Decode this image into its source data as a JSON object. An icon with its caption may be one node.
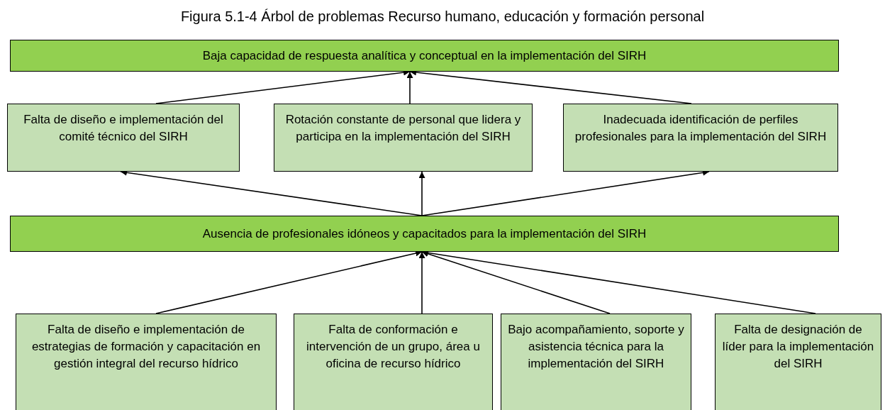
{
  "diagram": {
    "title": "Figura 5.1-4 Árbol de problemas Recurso humano, educación y formación personal",
    "nodes": [
      {
        "text": [
          "Baja capacidad de respuesta analítica y conceptual en la implementación del SIRH"
        ]
      },
      {
        "text": [
          "Falta de diseño e implementación del comité técnico del SIRH"
        ]
      },
      {
        "text": [
          "Rotación constante de personal que lidera y participa en la implementación del SIRH"
        ]
      },
      {
        "text": [
          "Inadecuada identificación de perfiles profesionales para la implementación del SIRH"
        ]
      },
      {
        "text": [
          "Ausencia de profesionales idóneos y capacitados para la implementación del SIRH"
        ]
      },
      {
        "text": [
          "Falta de diseño e implementación de estrategias de formación y capacitación en gestión integral del recurso hídrico"
        ]
      },
      {
        "text": [
          "Falta de conformación e intervención de un grupo, área u oficina de recurso hídrico"
        ]
      },
      {
        "text": [
          "Bajo acompañamiento, soporte y asistencia técnica para la implementación del SIRH"
        ]
      },
      {
        "text": [
          "Falta de designación de líder para la implementación del SIRH"
        ]
      }
    ],
    "edges": [
      {
        "from": 1,
        "to": 0,
        "arrow": "to"
      },
      {
        "from": 2,
        "to": 0,
        "arrow": "to"
      },
      {
        "from": 3,
        "to": 0,
        "arrow": "to"
      },
      {
        "from": 4,
        "to": 1,
        "arrow": "to"
      },
      {
        "from": 4,
        "to": 2,
        "arrow": "to"
      },
      {
        "from": 4,
        "to": 3,
        "arrow": "to"
      },
      {
        "from": 5,
        "to": 4,
        "arrow": "to"
      },
      {
        "from": 6,
        "to": 4,
        "arrow": "to"
      },
      {
        "from": 7,
        "to": 4,
        "arrow": "to"
      },
      {
        "from": 8,
        "to": 4,
        "arrow": "to"
      }
    ]
  }
}
